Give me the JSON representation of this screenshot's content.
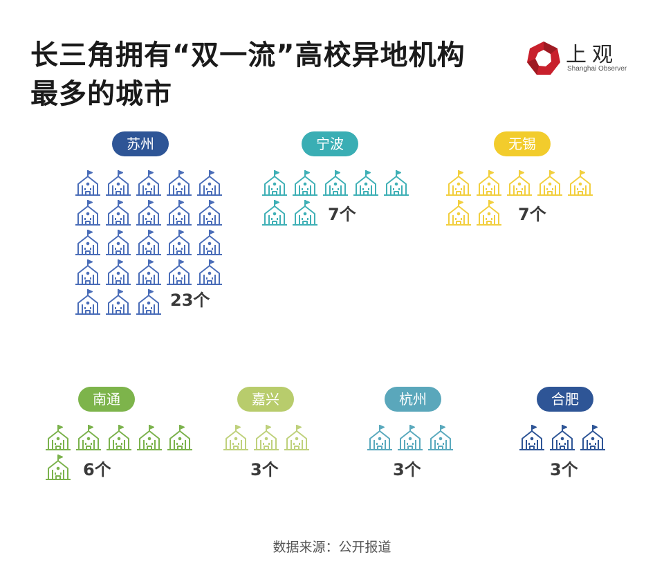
{
  "title_line1": "长三角拥有“双一流”高校异地机构",
  "title_line2": "最多的城市",
  "logo": {
    "name_cn": "上观",
    "name_en": "Shanghai Observer",
    "colors": [
      "#c8202c",
      "#8c1a1a"
    ]
  },
  "source": "数据来源：公开报道",
  "icon": "school-building-with-flag-icon",
  "count_suffix": "个",
  "chart_data": {
    "type": "pictograph",
    "title": "长三角拥有“双一流”高校异地机构最多的城市",
    "unit": "个",
    "categories": [
      "苏州",
      "宁波",
      "无锡",
      "南通",
      "嘉兴",
      "杭州",
      "合肥"
    ],
    "values": [
      23,
      7,
      7,
      6,
      3,
      3,
      3
    ],
    "series": [
      {
        "name": "苏州",
        "value": 23,
        "count_label": "23个",
        "color": "#4a6db8",
        "pill_color": "#2e5596"
      },
      {
        "name": "宁波",
        "value": 7,
        "count_label": "7个",
        "color": "#3fb0b6",
        "pill_color": "#3aaeb4"
      },
      {
        "name": "无锡",
        "value": 7,
        "count_label": "7个",
        "color": "#f2cf3f",
        "pill_color": "#f2cc2c"
      },
      {
        "name": "南通",
        "value": 6,
        "count_label": "6个",
        "color": "#7bb24c",
        "pill_color": "#7db44b"
      },
      {
        "name": "嘉兴",
        "value": 3,
        "count_label": "3个",
        "color": "#bfd17c",
        "pill_color": "#b8cc6c"
      },
      {
        "name": "杭州",
        "value": 3,
        "count_label": "3个",
        "color": "#5aa9bd",
        "pill_color": "#5aa7bb"
      },
      {
        "name": "合肥",
        "value": 3,
        "count_label": "3个",
        "color": "#2e5596",
        "pill_color": "#2e5596"
      }
    ]
  }
}
